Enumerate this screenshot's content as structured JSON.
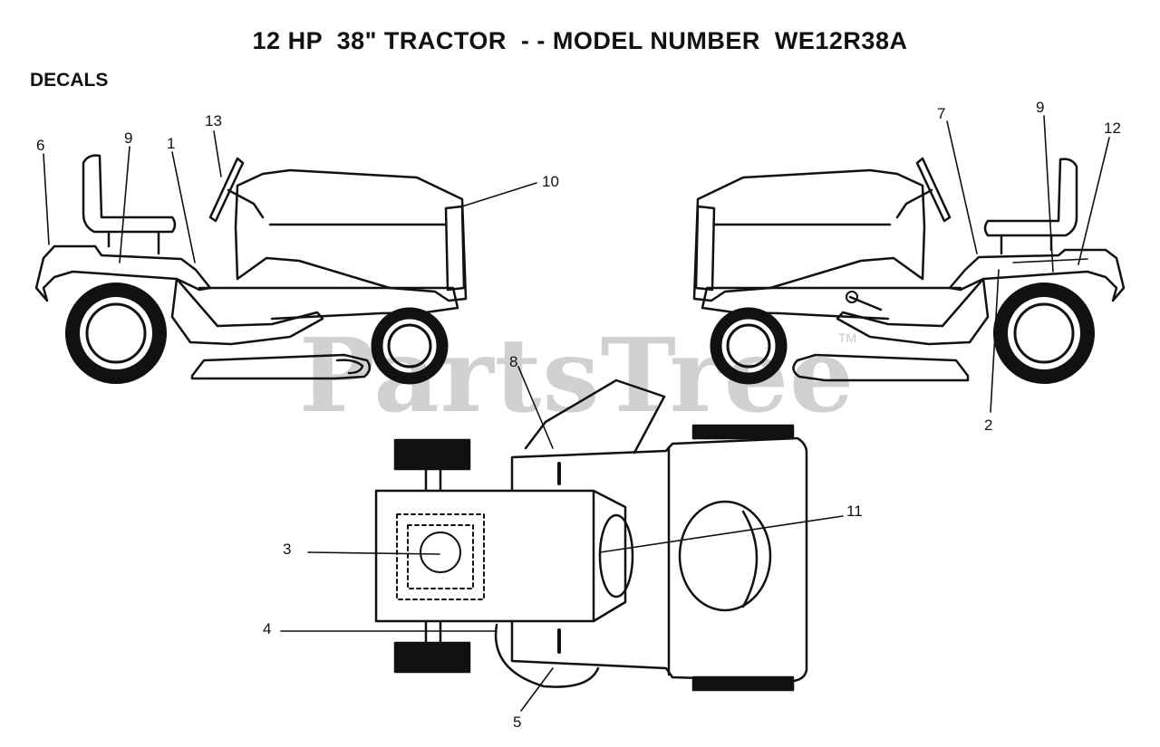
{
  "title": "12 HP  38\" TRACTOR  - - MODEL NUMBER  WE12R38A",
  "section_label": "DECALS",
  "watermark": "PartsTree",
  "watermark_tm": "TM",
  "callouts": {
    "left_6": "6",
    "left_9": "9",
    "left_1": "1",
    "left_13": "13",
    "left_10": "10",
    "right_7": "7",
    "right_9": "9",
    "right_12": "12",
    "right_2": "2",
    "top_8": "8",
    "top_11": "11",
    "top_3": "3",
    "top_4": "4",
    "top_5": "5"
  }
}
